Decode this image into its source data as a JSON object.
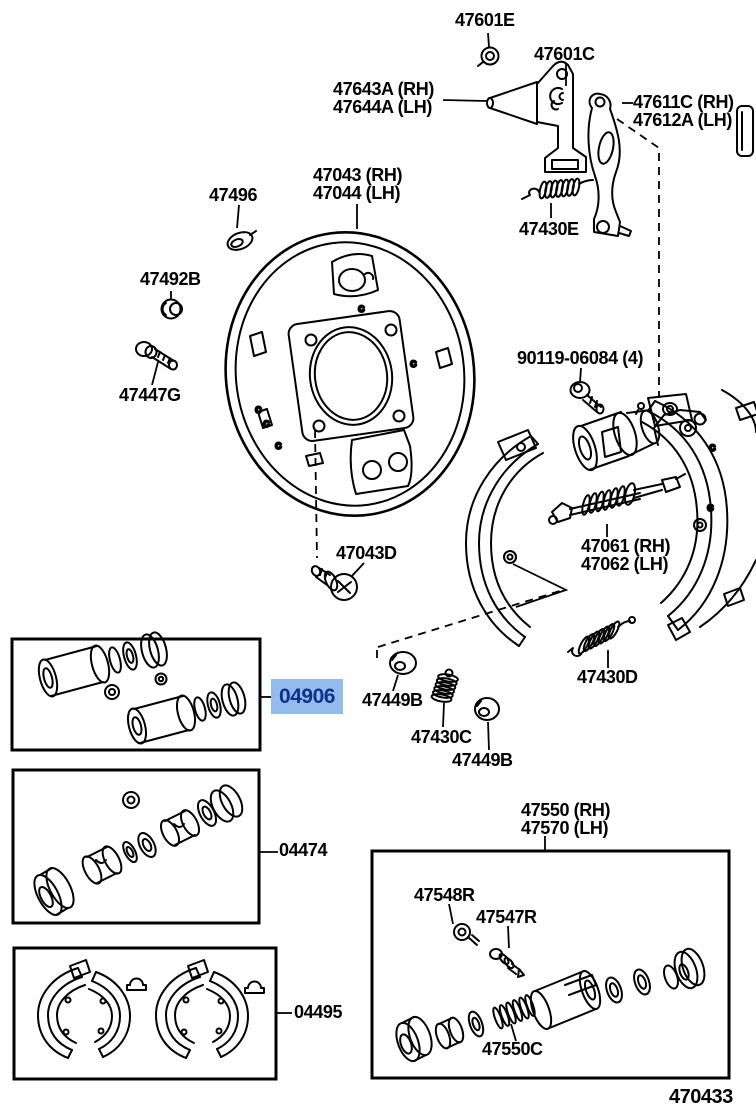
{
  "page": {
    "figure_number": "470433",
    "background": "#ffffff",
    "line_color": "#000000"
  },
  "colors": {
    "highlight_bg": "#93bbee",
    "highlight_text": "#0e3288"
  },
  "drawing": {
    "clip_marker": "c"
  },
  "parts": {
    "nut_top": {
      "label": "47601E"
    },
    "clip_top": {
      "label": "47601C"
    },
    "bracket": {
      "label_rh": "47643A (RH)",
      "label_lh": "47644A (LH)"
    },
    "lever": {
      "label_rh": "47611C (RH)",
      "label_lh": "47612A (LH)"
    },
    "plate_clip": {
      "label": "47496"
    },
    "backing_plate": {
      "label_rh": "47043 (RH)",
      "label_lh": "47044 (LH)"
    },
    "lever_spring": {
      "label": "47430E"
    },
    "grommet": {
      "label": "47492B"
    },
    "pin_bolt": {
      "label": "47447G"
    },
    "cylinder_bolt": {
      "label": "90119-06084 (4)"
    },
    "plate_bolt": {
      "label": "47043D"
    },
    "adjuster": {
      "label_rh": "47061 (RH)",
      "label_lh": "47062 (LH)"
    },
    "shoe_spring": {
      "label": "47430D"
    },
    "cylinder_kit": {
      "label": "04906",
      "highlighted": true
    },
    "washer_1": {
      "label": "47449B"
    },
    "adjuster_spring": {
      "label": "47430C"
    },
    "washer_2": {
      "label": "47449B"
    },
    "piston_kit": {
      "label": "04474"
    },
    "shoe_kit": {
      "label": "04495"
    },
    "wheel_cylinder": {
      "label_rh": "47550 (RH)",
      "label_lh": "47570 (LH)"
    },
    "bleeder_plug": {
      "label": "47548R"
    },
    "check_valve": {
      "label": "47547R"
    },
    "cylinder_spring": {
      "label": "47550C"
    }
  }
}
